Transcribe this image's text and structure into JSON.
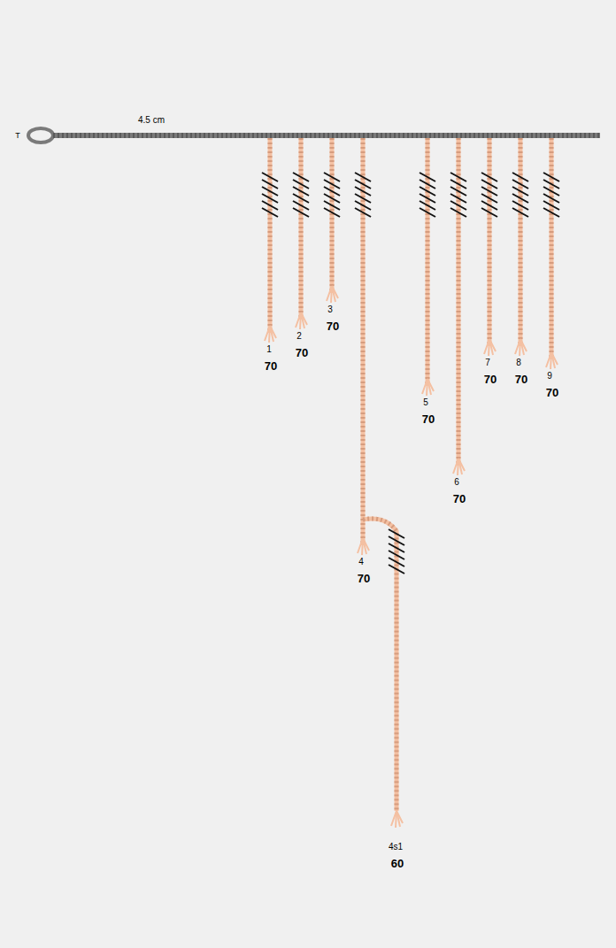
{
  "diagram": {
    "labels": [
      "T",
      "4.5 cm",
      "1",
      "70",
      "2",
      "70",
      "3",
      "70",
      "4",
      "70",
      "4s1",
      "60",
      "5",
      "70",
      "6",
      "70",
      "7",
      "70",
      "8",
      "70",
      "9",
      "70"
    ]
  }
}
